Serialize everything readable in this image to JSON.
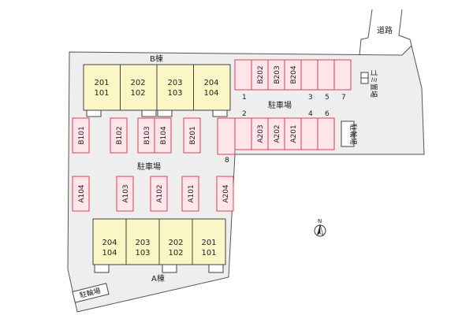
{
  "road_label": "道路",
  "building_b": {
    "label": "B棟",
    "units": [
      {
        "top": "201",
        "bottom": "101"
      },
      {
        "top": "202",
        "bottom": "102"
      },
      {
        "top": "203",
        "bottom": "103"
      },
      {
        "top": "204",
        "bottom": "104"
      }
    ]
  },
  "building_a": {
    "label": "A棟",
    "units": [
      {
        "top": "204",
        "bottom": "104"
      },
      {
        "top": "203",
        "bottom": "103"
      },
      {
        "top": "202",
        "bottom": "102"
      },
      {
        "top": "201",
        "bottom": "101"
      }
    ]
  },
  "parking_label_top": "駐車場",
  "parking_label_mid": "駐車場",
  "top_row_spaces": [
    "",
    "B202",
    "B203",
    "B204",
    "",
    "",
    ""
  ],
  "top_row_numbers": [
    "1",
    "3",
    "5",
    "7"
  ],
  "second_row_spaces": [
    "",
    "A203",
    "A202",
    "A201",
    "",
    ""
  ],
  "second_row_numbers": [
    "2",
    "4",
    "6"
  ],
  "bike_space_number": "8",
  "b_row_spaces": [
    "B101",
    "B102",
    "B103",
    "B104",
    "B201"
  ],
  "a_row_spaces": [
    "A104",
    "A103",
    "A102",
    "A101",
    "A204"
  ],
  "garbage_label": "ゴミ置場",
  "bicycle_parking_label": "駐輪場",
  "bicycle_parking_label_bottom": "駐輪場",
  "north_label": "N",
  "colors": {
    "lot": "#eeeeee",
    "lot_outline": "#555555",
    "building_fill": "#fbf6c6",
    "building_outline": "#444444",
    "parking_fill": "#ffe6ea",
    "parking_outline": "#e23c55"
  }
}
